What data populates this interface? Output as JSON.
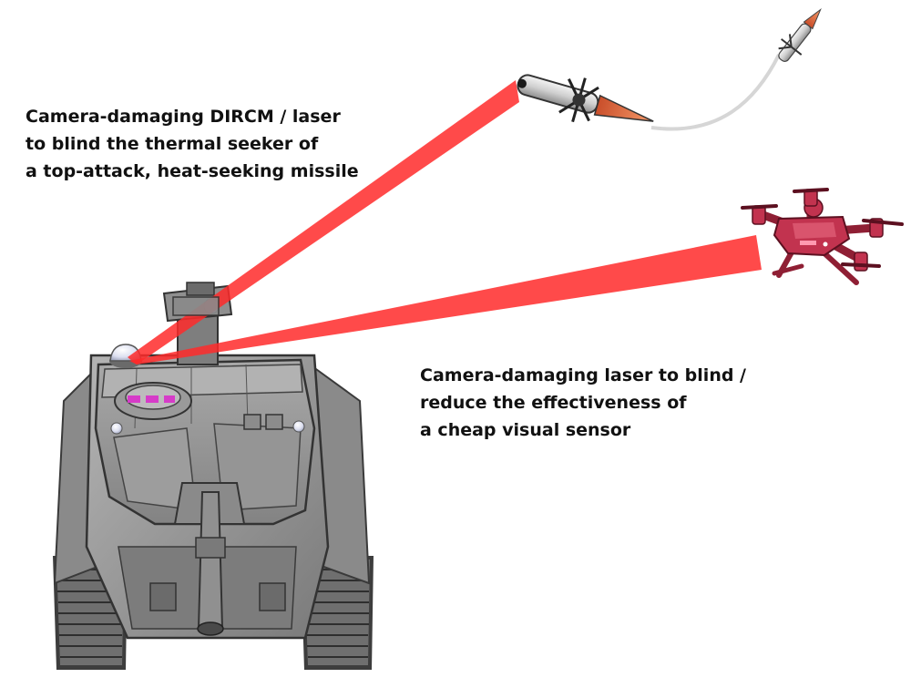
{
  "callouts": {
    "missile": {
      "lines": [
        "Camera-damaging DIRCM / laser",
        "to blind the thermal seeker of",
        "a top-attack, heat-seeking missile"
      ]
    },
    "drone": {
      "lines": [
        "Camera-damaging laser to blind /",
        "reduce the effectiveness of",
        "a cheap visual sensor"
      ]
    }
  },
  "colors": {
    "laser": "#ff2a2a",
    "tank_body": "#8e8e8e",
    "tank_dark": "#5a5a5a",
    "tank_light": "#b8b8b8",
    "drone": "#c2334f",
    "missile_tip": "#e0623a",
    "sensor_glow": "#d63cc8"
  }
}
